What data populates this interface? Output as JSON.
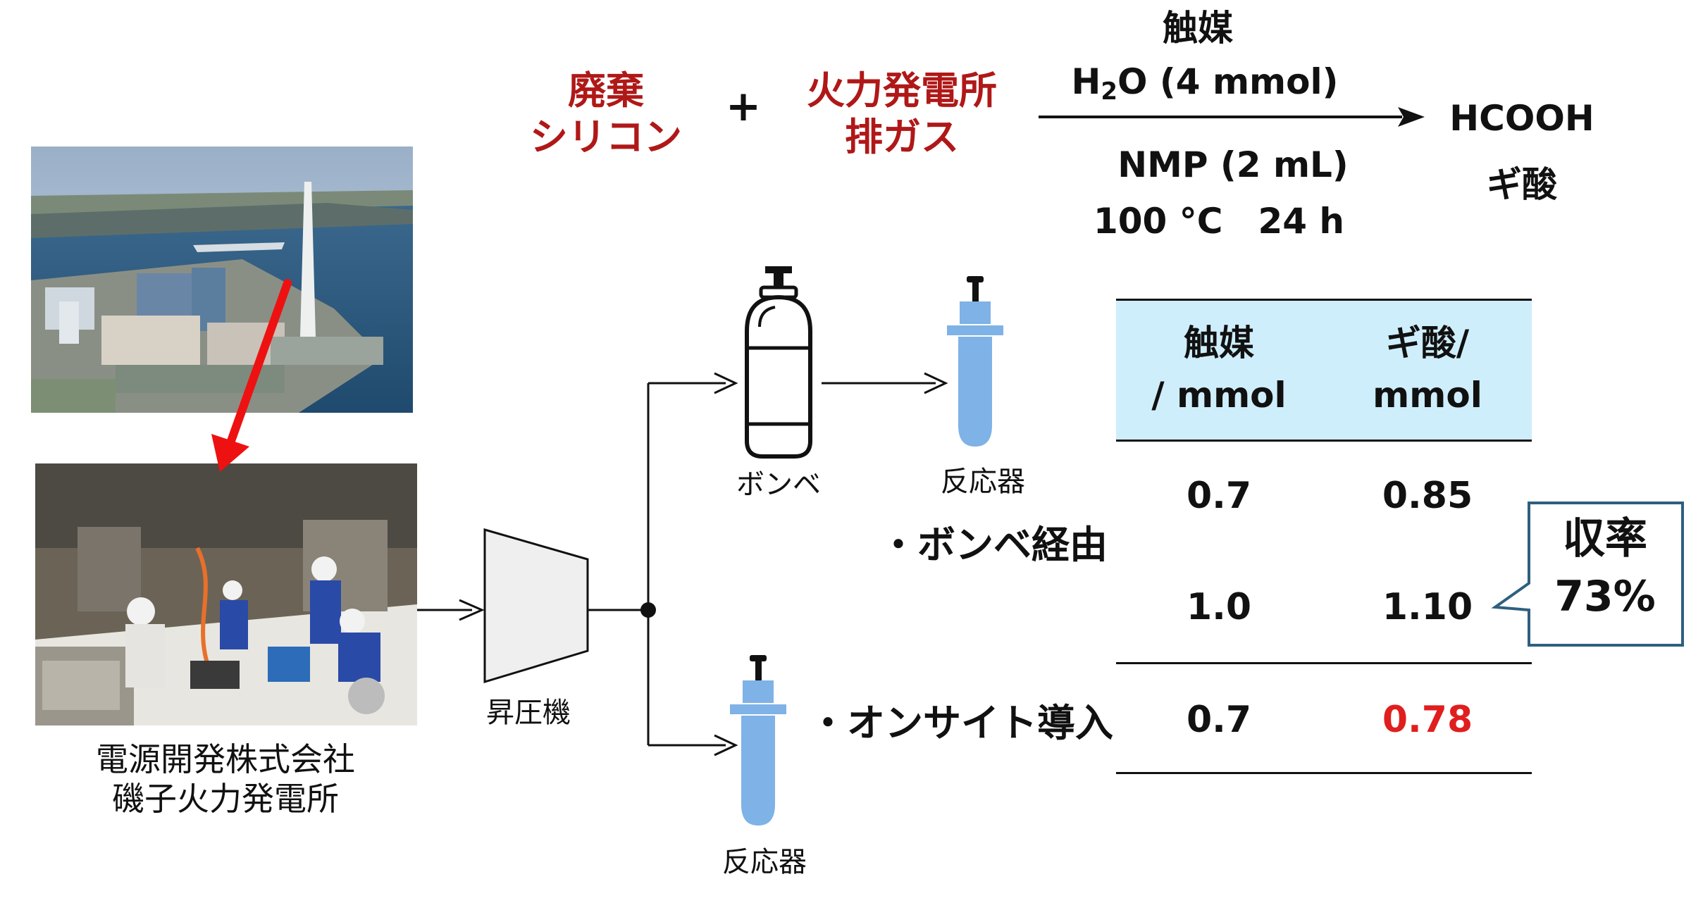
{
  "reaction": {
    "reactant1": [
      "廃棄",
      "シリコン"
    ],
    "plus": "+",
    "reactant2": [
      "火力発電所",
      "排ガス"
    ],
    "catalyst": "触媒",
    "reagent_formula_base": "H",
    "reagent_formula_sub": "2",
    "reagent_formula_tail": "O  (4 mmol)",
    "solvent": "NMP (2 mL)",
    "conditions": "100 °C　24 h",
    "product_formula": "HCOOH",
    "product_name": "ギ酸"
  },
  "plant": {
    "caption": [
      "電源開発株式会社",
      "磯子火力発電所"
    ]
  },
  "flow": {
    "compressor_label": "昇圧機",
    "cylinder_label": "ボンベ",
    "reactor_label_top": "反応器",
    "reactor_label_bottom": "反応器",
    "route_cylinder": "・ボンベ経由",
    "route_onsite": "・オンサイト導入"
  },
  "table": {
    "headers": [
      [
        "触媒",
        "/ mmol"
      ],
      [
        "ギ酸/",
        "mmol"
      ]
    ],
    "rows": [
      {
        "catalyst": "0.7",
        "formic": "0.85"
      },
      {
        "catalyst": "1.0",
        "formic": "1.10"
      },
      {
        "catalyst": "0.7",
        "formic": "0.78"
      }
    ],
    "header_bg": "#cfeefc",
    "highlight_color": "#e01e1e"
  },
  "callout": {
    "lines": [
      "収率",
      "73%"
    ],
    "border_color": "#2e5f80"
  },
  "colors": {
    "reactant": "#b01818",
    "arrow_red": "#ee1111",
    "reactor_blue": "#7fb2e6"
  },
  "icons": [
    "cylinder-icon",
    "reactor-icon",
    "compressor-icon",
    "power-plant-photo",
    "field-work-photo"
  ]
}
